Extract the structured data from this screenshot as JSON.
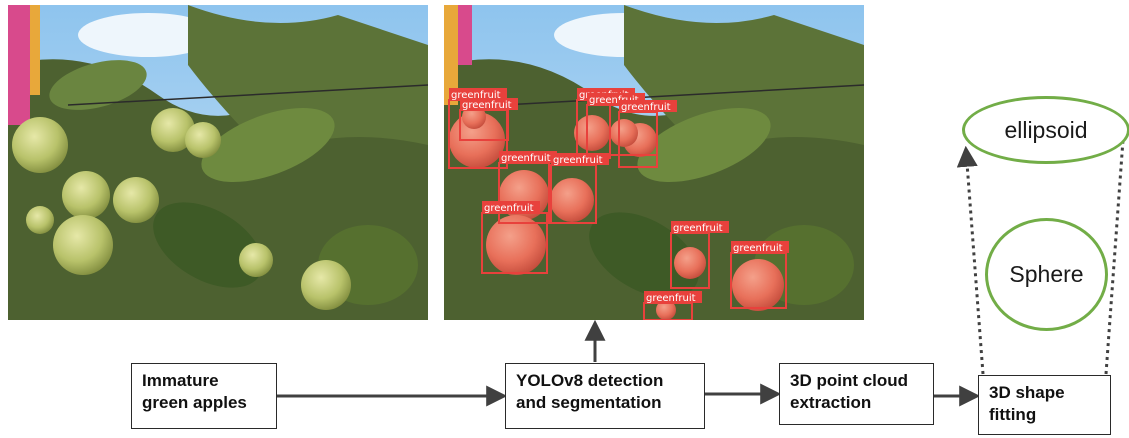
{
  "flow": {
    "input_label": "Immature\ngreen apples",
    "detection_label": "YOLOv8 detection\nand segmentation",
    "point_cloud_label": "3D point cloud\nextraction",
    "shape_fitting_label": "3D shape\nfitting"
  },
  "shapes": {
    "ellipsoid_label": "ellipsoid",
    "sphere_label": "Sphere"
  },
  "detections": {
    "class_label": "greenfruit",
    "count": 11
  },
  "colors": {
    "box_border": "#2a2a2a",
    "ellipse_stroke": "#72ad47",
    "detection_box": "#e8413c",
    "arrow": "#404040"
  }
}
